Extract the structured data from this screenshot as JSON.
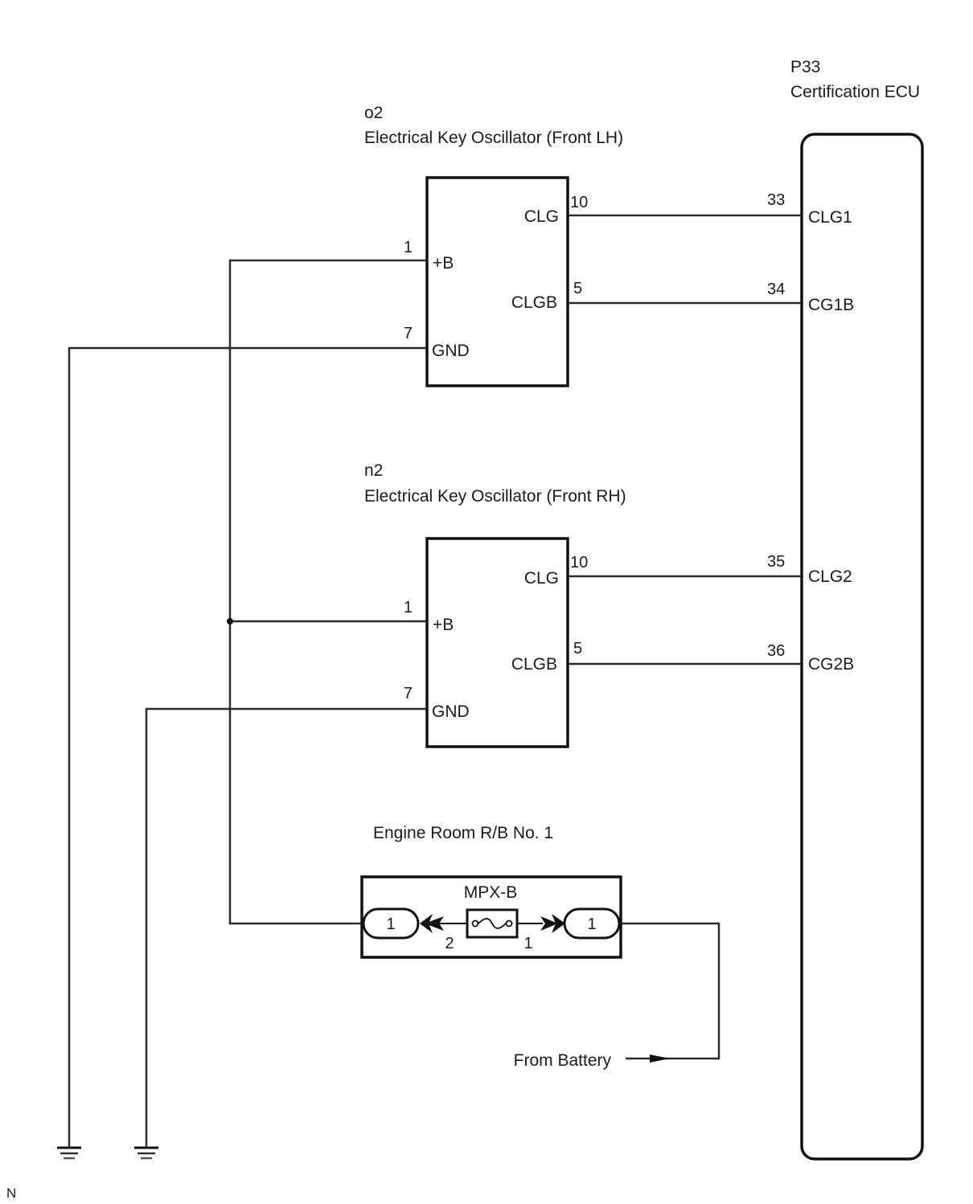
{
  "ecu": {
    "code": "P33",
    "name": "Certification ECU",
    "pins": [
      {
        "number": "33",
        "name": "CLG1"
      },
      {
        "number": "34",
        "name": "CG1B"
      },
      {
        "number": "35",
        "name": "CLG2"
      },
      {
        "number": "36",
        "name": "CG2B"
      }
    ]
  },
  "oscillator_lh": {
    "code": "o2",
    "name": "Electrical Key Oscillator (Front LH)",
    "pins": {
      "clg": {
        "number": "10",
        "name": "CLG"
      },
      "clgb": {
        "number": "5",
        "name": "CLGB"
      },
      "b": {
        "number": "1",
        "name": "+B"
      },
      "gnd": {
        "number": "7",
        "name": "GND"
      }
    }
  },
  "oscillator_rh": {
    "code": "n2",
    "name": "Electrical Key Oscillator (Front RH)",
    "pins": {
      "clg": {
        "number": "10",
        "name": "CLG"
      },
      "clgb": {
        "number": "5",
        "name": "CLGB"
      },
      "b": {
        "number": "1",
        "name": "+B"
      },
      "gnd": {
        "number": "7",
        "name": "GND"
      }
    }
  },
  "relay_block": {
    "name": "Engine Room R/B No. 1",
    "fuse": "MPX-B",
    "left_connector": "1",
    "right_connector": "1",
    "left_terminal": "2",
    "right_terminal": "1"
  },
  "battery_label": "From Battery",
  "footer_mark": "N"
}
